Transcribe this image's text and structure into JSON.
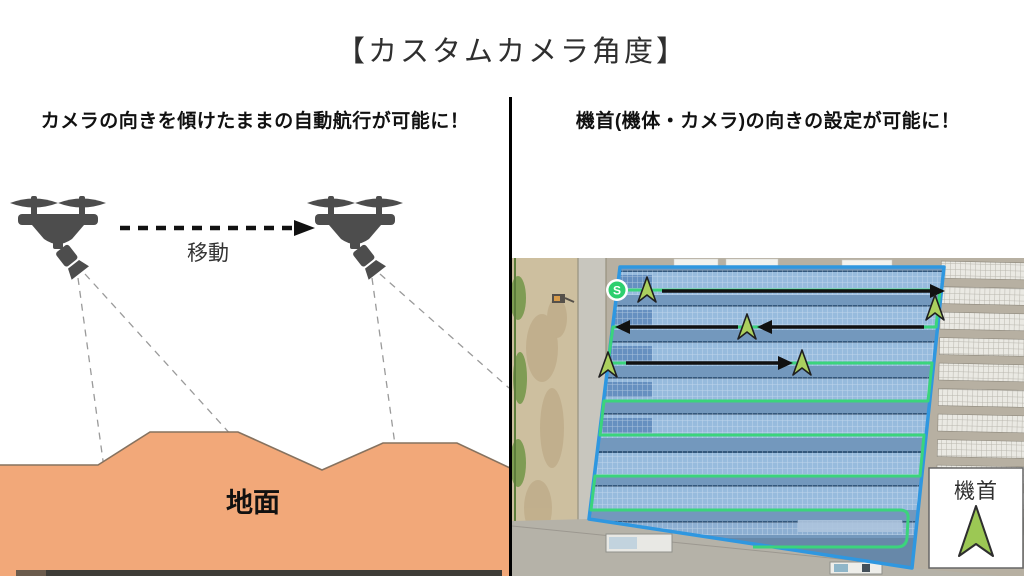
{
  "slide": {
    "title": "【カスタムカメラ角度】"
  },
  "left_panel": {
    "heading": "カメラの向きを傾けたままの自動航行が可能に！",
    "move_label": "移動",
    "ground_label": "地面"
  },
  "right_panel": {
    "heading": "機首(機体・カメラ)の向きの設定が可能に！",
    "map": {
      "start_marker_label": "S"
    },
    "legend": {
      "label": "機首"
    }
  },
  "colors": {
    "ground_fill": "#f2a879",
    "drone_gray": "#4d4d4d",
    "path_green": "#3bd47c",
    "waypoint_marker_fill": "#abd05e",
    "boundary_blue": "#2f97e0",
    "start_marker_green": "#2ecf6e",
    "divider_black": "#000000"
  }
}
